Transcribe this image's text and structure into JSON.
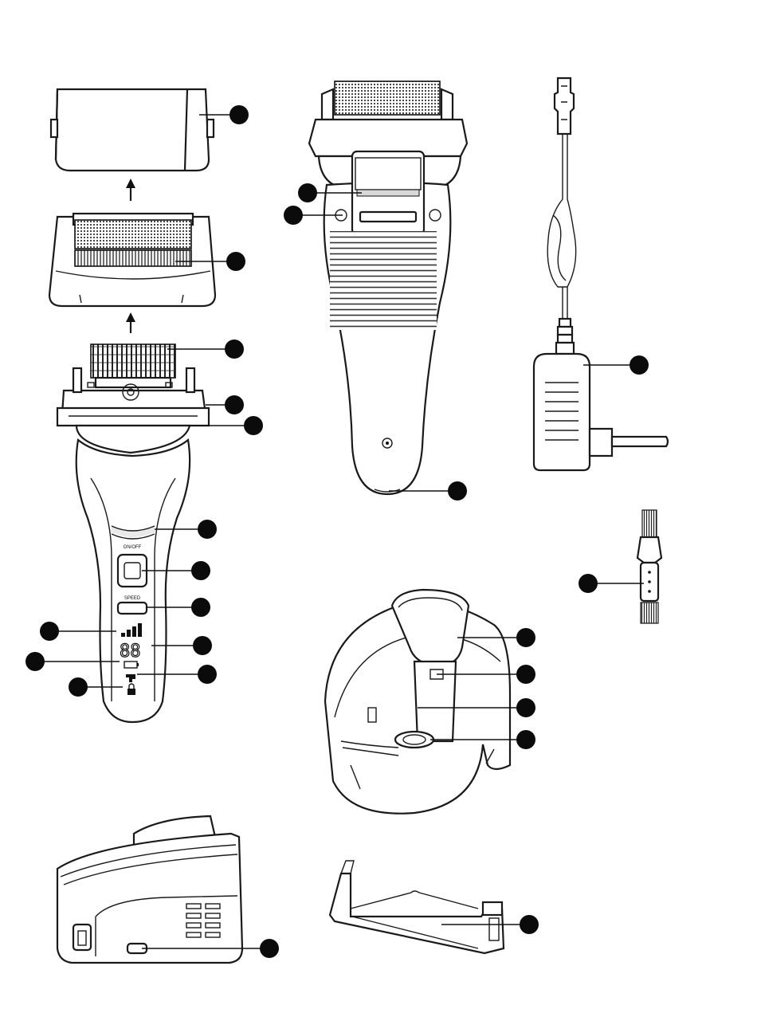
{
  "panel": {
    "power_label": "ON/OFF",
    "speed_label": "SPEED",
    "display_digits": "88"
  },
  "icons": {
    "level_bars": "signal-level-icon",
    "battery": "battery-icon",
    "tap": "water-tap-icon",
    "lock": "lock-icon",
    "arrows": "up-arrow-icon"
  },
  "colors": {
    "line": "#1a1a1a",
    "callout_dot": "#0b0b0b",
    "background": "#ffffff"
  }
}
